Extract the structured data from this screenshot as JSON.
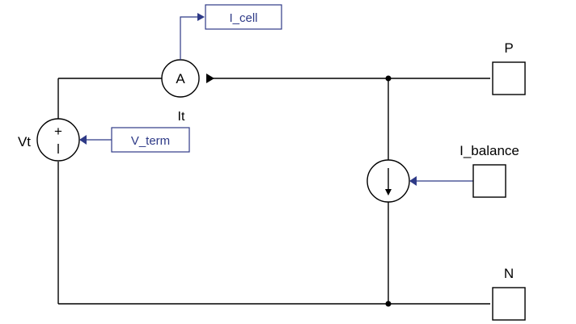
{
  "colors": {
    "wire": "#000000",
    "signal": "#2e3a87",
    "background": "#ffffff"
  },
  "components": {
    "ammeter": {
      "symbol": "A",
      "label": "It"
    },
    "voltage_source": {
      "label": "Vt",
      "plus": "+"
    },
    "current_source": {
      "symbol": "current-source-arrow"
    }
  },
  "tags": {
    "goto_cell": "I_cell",
    "from_term": "V_term"
  },
  "ports": {
    "p": "P",
    "n": "N",
    "balance": "I_balance"
  }
}
